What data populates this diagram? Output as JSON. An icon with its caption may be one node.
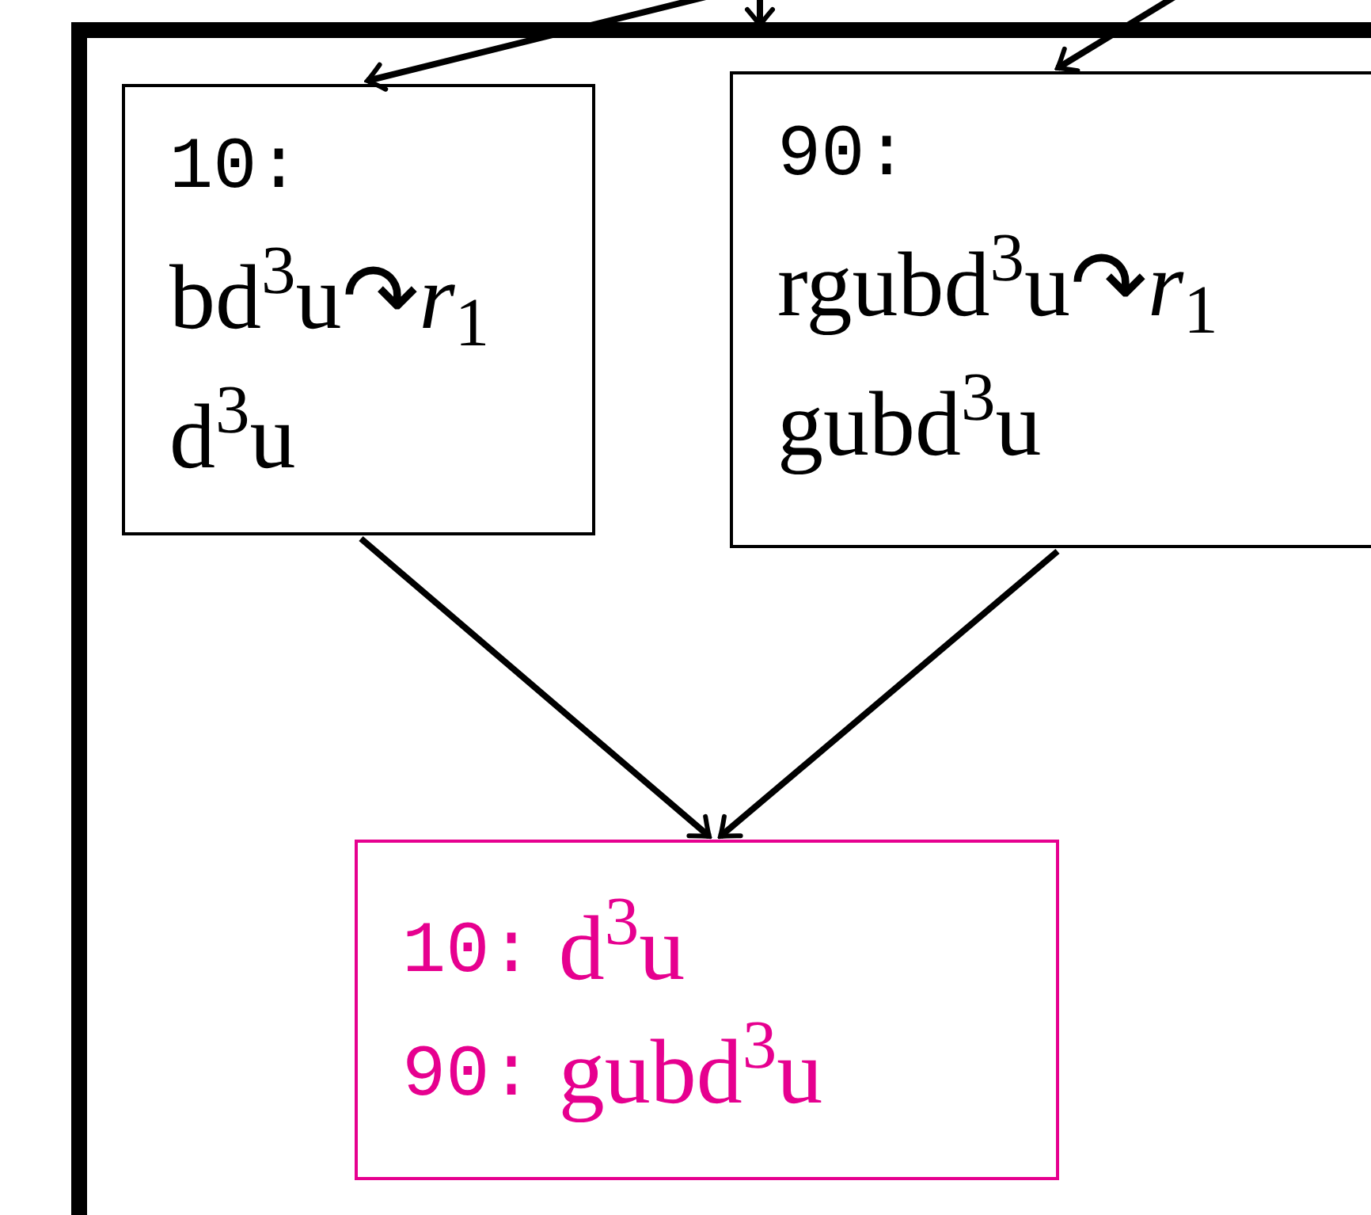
{
  "diagram": {
    "nodes": [
      {
        "text": [],
        "shape": "box"
      },
      {
        "text": [
          "10:",
          "bd$^{3}$u↷*r*$_{1}$",
          "d$^{3}$u"
        ],
        "in": 0
      },
      {
        "text": [
          "90:",
          "rgubd$^{3}$u↷*r*$_{1}$",
          "gubd$^{3}$u"
        ],
        "in": 0
      },
      {
        "text": [
          "10:",
          "d$^{3}$u",
          "90:",
          "gubd$^{3}$u"
        ],
        "in": 0
      }
    ],
    "edges": [
      {
        "from": null,
        "to": 0,
        "arrow": "to"
      },
      {
        "from": null,
        "to": 1,
        "arrow": "to"
      },
      {
        "from": null,
        "to": 2,
        "arrow": "to"
      },
      {
        "from": 1,
        "to": 3,
        "arrow": "to"
      },
      {
        "from": 2,
        "to": 3,
        "arrow": "to"
      }
    ]
  }
}
